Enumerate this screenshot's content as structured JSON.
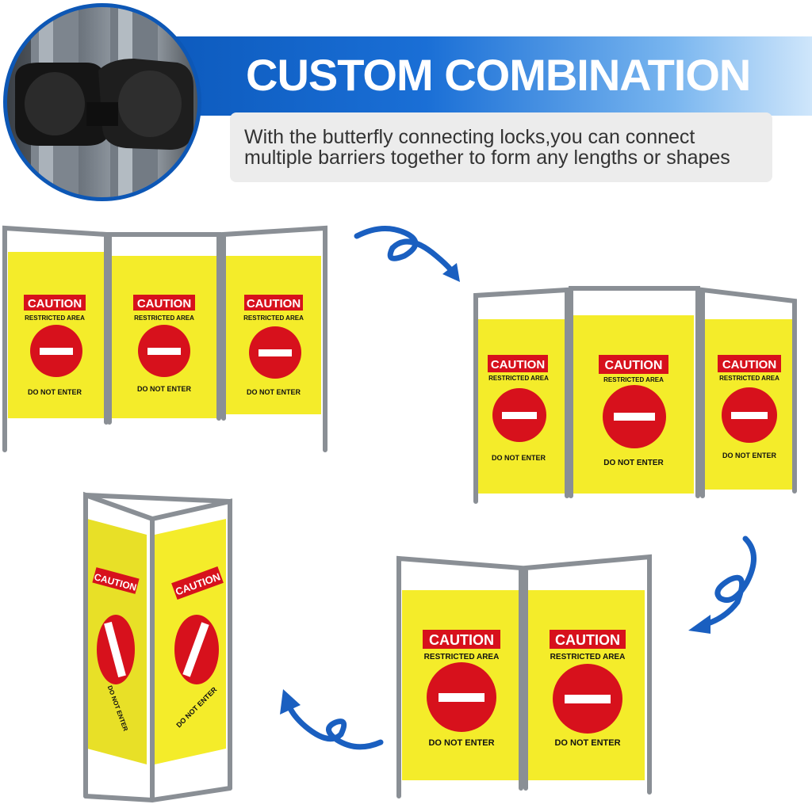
{
  "header": {
    "title": "CUSTOM COMBINATION",
    "subtitle_line1": "With the butterfly connecting locks,you can connect",
    "subtitle_line2": "multiple barriers together to form any lengths or shapes"
  },
  "sign": {
    "caution": "CAUTION",
    "restricted": "RESTRICTED AREA",
    "do_not_enter": "DO NOT ENTER"
  },
  "colors": {
    "brand_blue": "#0d57b5",
    "panel_yellow": "#f4ec2a",
    "sign_red": "#d7111c",
    "frame_gray": "#8a8f95"
  }
}
